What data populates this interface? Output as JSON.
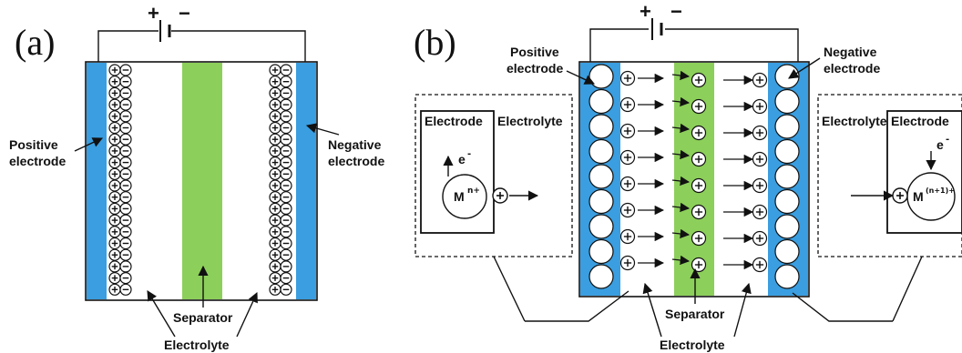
{
  "panels": {
    "a": {
      "label": "(a)"
    },
    "b": {
      "label": "(b)"
    }
  },
  "battery": {
    "plus": "+",
    "minus": "−"
  },
  "labels": {
    "positive_electrode": [
      "Positive",
      "electrode"
    ],
    "negative_electrode": [
      "Negative",
      "electrode"
    ],
    "separator": "Separator",
    "electrolyte": "Electrolyte",
    "electrode": "Electrode",
    "electron": "e",
    "electron_sup": "-",
    "ion_left": "M",
    "ion_left_sup": "n+",
    "ion_right": "M",
    "ion_right_sup": "(n+1)+"
  },
  "colors": {
    "electrode": "#3a9ee0",
    "separator": "#8ccf5a",
    "line": "#111111"
  },
  "icons": [
    "plus-charge-icon",
    "minus-charge-icon",
    "arrow-icon"
  ]
}
